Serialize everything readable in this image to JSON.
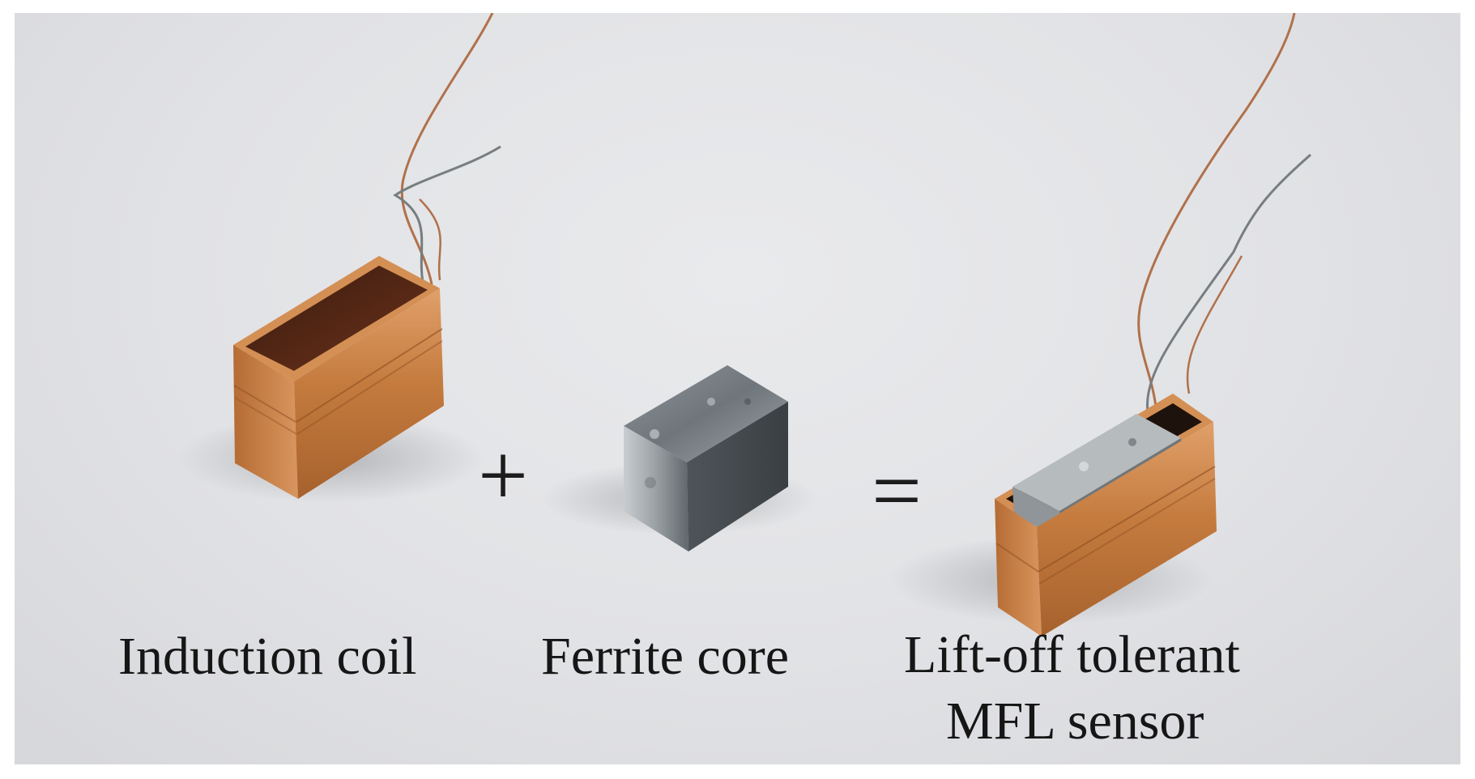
{
  "labels": {
    "induction_coil": "Induction coil",
    "ferrite_core": "Ferrite core",
    "sensor_line1": "Lift-off tolerant",
    "sensor_line2": "MFL sensor"
  },
  "operators": {
    "plus": "+",
    "equals": "="
  },
  "colors": {
    "background": "#e2e3e6",
    "copper": "#c8834a",
    "ferrite": "#9a9fa3",
    "text": "#161616"
  }
}
